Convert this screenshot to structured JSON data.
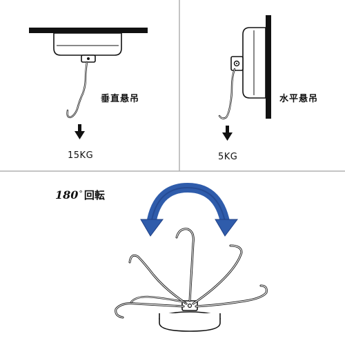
{
  "panels": {
    "vertical": {
      "label": "垂直悬吊",
      "load": "15KG"
    },
    "horizontal": {
      "label": "水平悬吊",
      "load": "5KG"
    },
    "rotation": {
      "degrees": "180",
      "degree_symbol": "°",
      "label": "回転"
    }
  },
  "colors": {
    "line": "#111111",
    "divider": "#b0b0b0",
    "arrow_blue": "#2f5cab",
    "arrow_blue_dark": "#1f3f85"
  }
}
